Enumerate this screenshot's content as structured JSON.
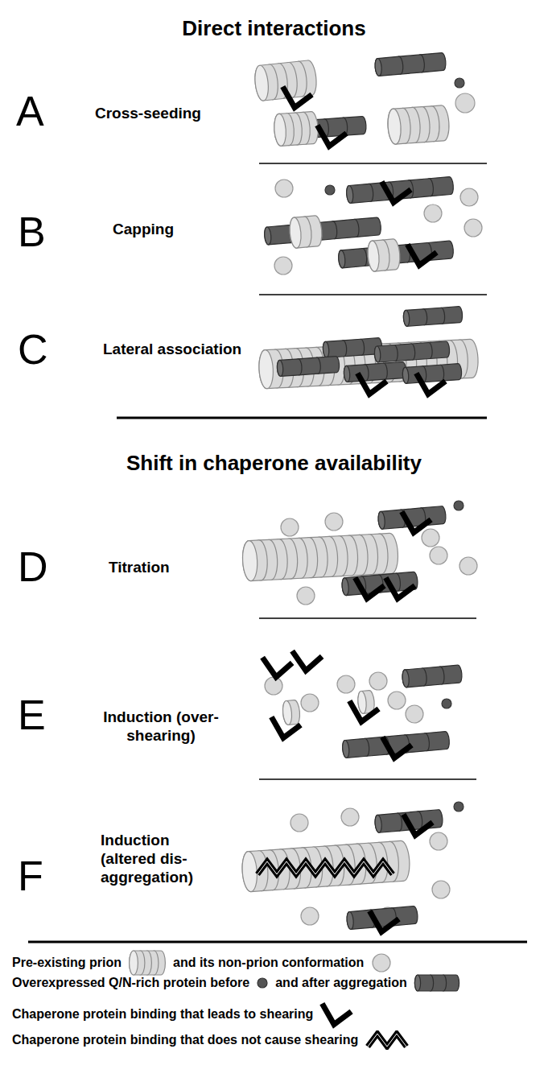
{
  "diagram": {
    "title": "Direct interactions",
    "labels": [
      "A",
      "Cross-seeding",
      "B",
      "Capping",
      "C",
      "Lateral association",
      "Shift in chaperone availability",
      "D",
      "Titration",
      "E",
      "Induction (over-shearing)",
      "F",
      "Induction (altered dis- aggregation)"
    ],
    "legend": [
      {
        "text": "Pre-existing prion"
      },
      {
        "text": "and its non-prion conformation"
      },
      {
        "text": "Overexpressed Q/N-rich protein before"
      },
      {
        "text": "and after aggregation"
      },
      {
        "text": "Chaperone protein binding that leads to shearing"
      },
      {
        "text": "Chaperone protein binding that does not cause shearing"
      }
    ]
  }
}
